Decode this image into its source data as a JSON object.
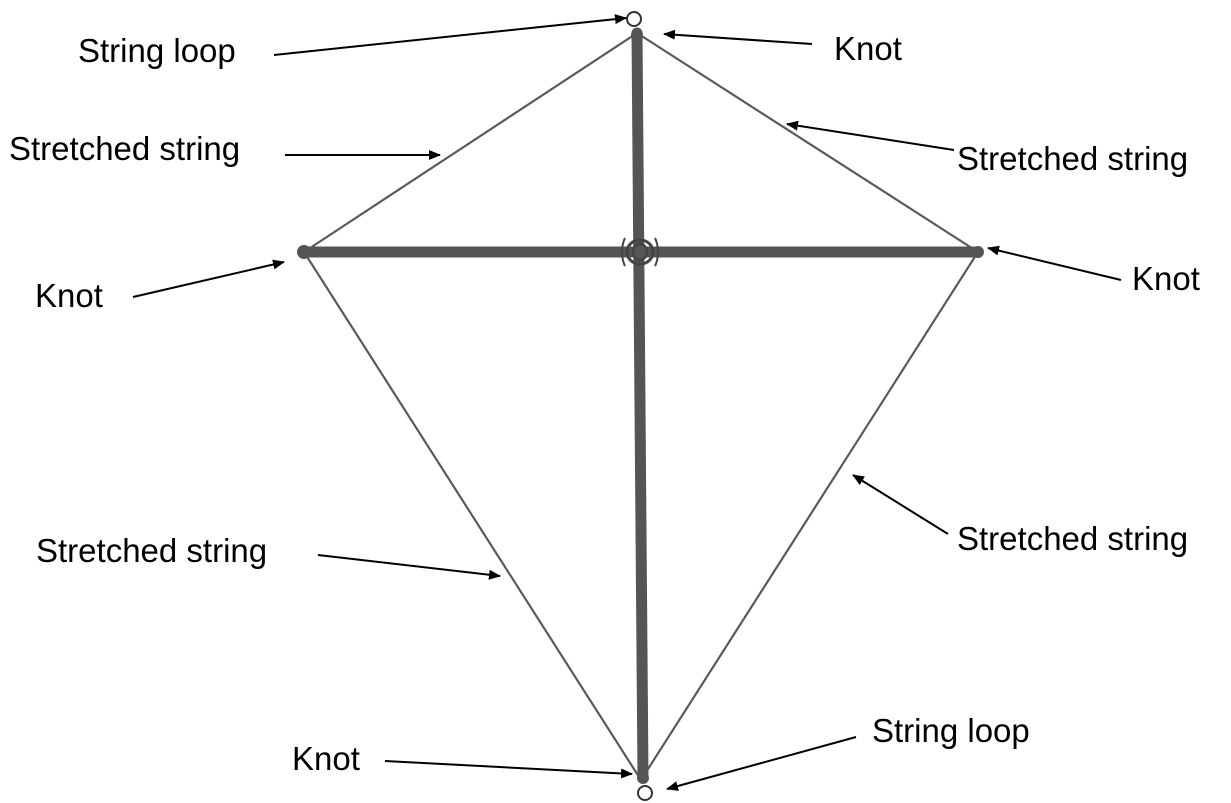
{
  "labels": {
    "string_loop_top": "String loop",
    "knot_top": "Knot",
    "stretched_string_top_left": "Stretched string",
    "stretched_string_top_right": "Stretched string",
    "knot_left": "Knot",
    "knot_right": "Knot",
    "stretched_string_bottom_left": "Stretched string",
    "stretched_string_bottom_right": "Stretched string",
    "knot_bottom": "Knot",
    "string_loop_bottom": "String loop"
  },
  "colors": {
    "sticks": "#555555",
    "strings": "#5a5a5a",
    "arrows": "#000000",
    "background": "#ffffff"
  }
}
